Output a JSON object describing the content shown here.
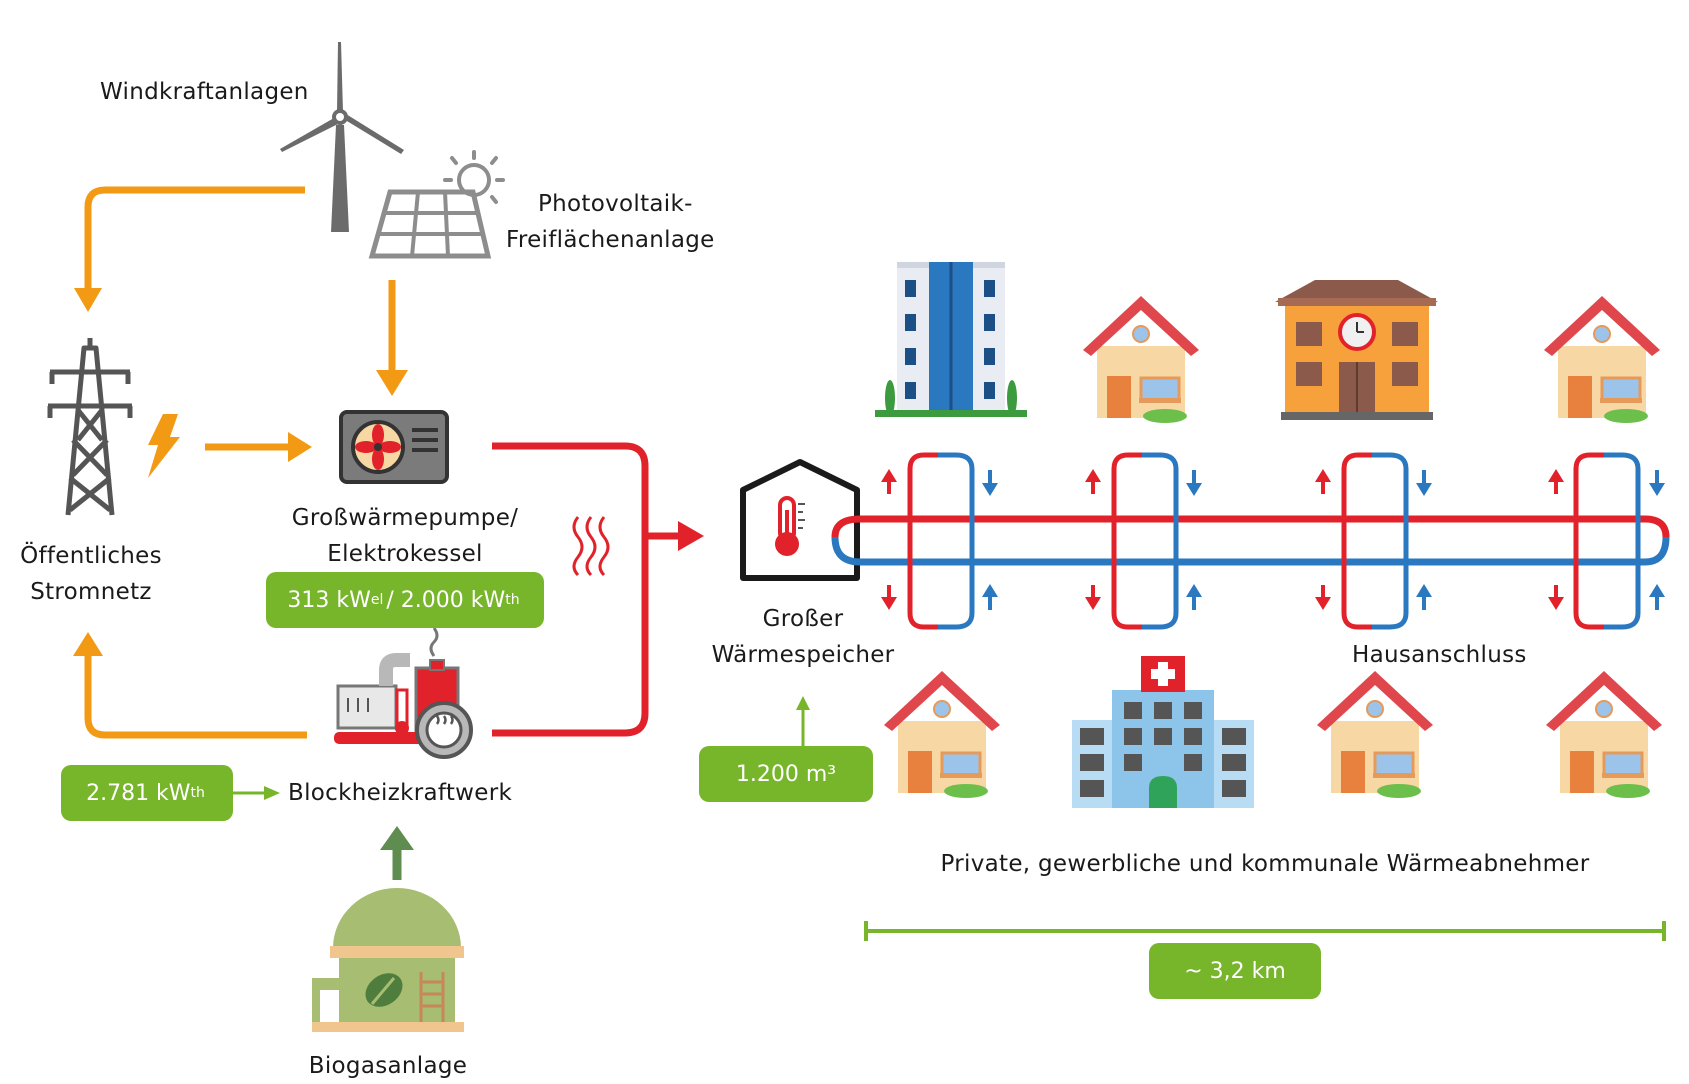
{
  "labels": {
    "wind": "Windkraftanlagen",
    "pv_line1": "Photovoltaik-",
    "pv_line2": "Freiflächenanlage",
    "grid_line1": "Öffentliches",
    "grid_line2": "Stromnetz",
    "heatpump_line1": "Großwärmepumpe/",
    "heatpump_line2": "Elektrokessel",
    "chp": "Blockheizkraftwerk",
    "biogas": "Biogasanlage",
    "storage_line1": "Großer",
    "storage_line2": "Wärmespeicher",
    "connection": "Hausanschluss",
    "consumers": "Private, gewerbliche und kommunale Wärmeabnehmer"
  },
  "badges": {
    "heatpump_el_value": "313 kW",
    "heatpump_el_sub": "el",
    "heatpump_sep": "/ ",
    "heatpump_th_value": "2.000 kW",
    "heatpump_th_sub": "th",
    "chp_value": "2.781 kW",
    "chp_sub": "th",
    "storage_volume": "1.200 m³",
    "distance": "~ 3,2 km"
  },
  "colors": {
    "orange_flow": "#f39a14",
    "heat_red": "#e2222b",
    "return_blue": "#2a78c0",
    "green": "#77b52a",
    "gray": "#6b6b6b"
  },
  "icons": [
    "wind-turbine-icon",
    "solar-panel-icon",
    "power-pylon-icon",
    "lightning-icon",
    "heat-pump-icon",
    "chp-plant-icon",
    "biogas-plant-icon",
    "heat-storage-icon",
    "office-building-icon",
    "house-icon",
    "school-building-icon",
    "hospital-icon"
  ]
}
